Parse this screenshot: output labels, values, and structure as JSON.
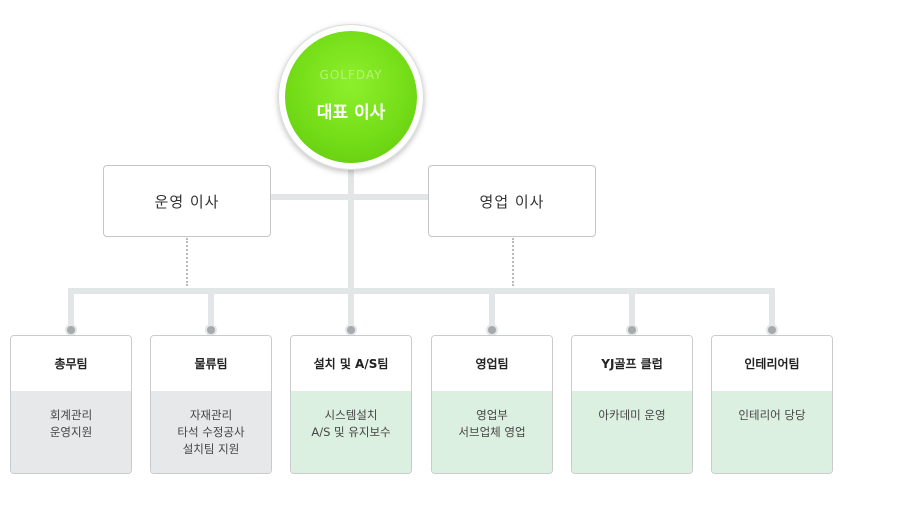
{
  "ceo": {
    "logo_text": "GOLFDAY",
    "title": "대표 이사"
  },
  "directors": [
    {
      "title": "운영 이사"
    },
    {
      "title": "영업 이사"
    }
  ],
  "teams": [
    {
      "name": "총무팀",
      "lines": [
        "회계관리",
        "운영지원"
      ],
      "style": "gray"
    },
    {
      "name": "물류팀",
      "lines": [
        "자재관리",
        "타석 수정공사",
        "설치팀 지원"
      ],
      "style": "gray"
    },
    {
      "name": "설치 및 A/S팀",
      "lines": [
        "시스템설치",
        "A/S 및 유지보수"
      ],
      "style": "green"
    },
    {
      "name": "영업팀",
      "lines": [
        "영업부",
        "서브업체 영업"
      ],
      "style": "green"
    },
    {
      "name": "YJ골프 클럽",
      "lines": [
        "아카데미 운영"
      ],
      "style": "green"
    },
    {
      "name": "인테리어팀",
      "lines": [
        "인테리어 당당"
      ],
      "style": "green"
    }
  ],
  "colors": {
    "ceo_green": "#74dd18",
    "connector": "#e3e6e7",
    "dot": "#a6aaac",
    "gray_body": "#e6e8e9",
    "green_body": "#dcf0e1"
  }
}
